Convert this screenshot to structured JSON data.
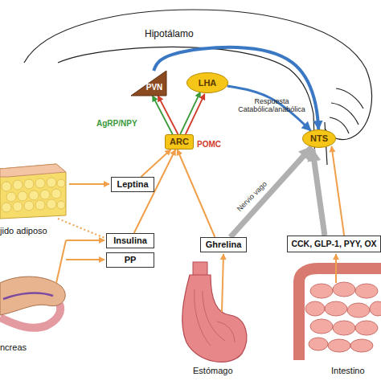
{
  "diagram": {
    "nodes": [
      {
        "text": [
          "PVN"
        ]
      },
      {
        "text": [
          "LHA"
        ]
      },
      {
        "text": [
          "ARC"
        ]
      },
      {
        "text": [
          "NTS"
        ]
      },
      {
        "text": [
          "Leptina"
        ]
      },
      {
        "text": [
          "Insulina"
        ]
      },
      {
        "text": [
          "PP"
        ]
      },
      {
        "text": [
          "Ghrelina"
        ]
      },
      {
        "text": [
          "CCK, GLP-1, PYY, OX"
        ]
      }
    ],
    "edges": [
      {
        "from": 2,
        "to": 0,
        "arrow": "to",
        "label": "AgRP/NPY"
      },
      {
        "from": 2,
        "to": 0,
        "arrow": "to"
      },
      {
        "from": 2,
        "to": 1,
        "arrow": "to"
      },
      {
        "from": 2,
        "to": 1,
        "arrow": "to",
        "label": "POMC"
      },
      {
        "from": 0,
        "to": 3,
        "arrow": "to"
      },
      {
        "from": 1,
        "to": 3,
        "arrow": "to",
        "label": "Respuesta Catabólica/anabólica"
      },
      {
        "from": 4,
        "to": 2,
        "arrow": "to"
      },
      {
        "from": 5,
        "to": 2,
        "arrow": "to"
      },
      {
        "from": 7,
        "to": 2,
        "arrow": "to"
      },
      {
        "from": 7,
        "to": 3,
        "arrow": "to",
        "label": "Nervio vago"
      },
      {
        "from": 8,
        "to": 3,
        "arrow": "to"
      },
      {
        "from": 8,
        "to": 3,
        "arrow": "to"
      }
    ],
    "labels": [
      "Hipotálamo",
      "jido adiposo",
      "ncreas",
      "Estómago",
      "Intestino"
    ]
  }
}
